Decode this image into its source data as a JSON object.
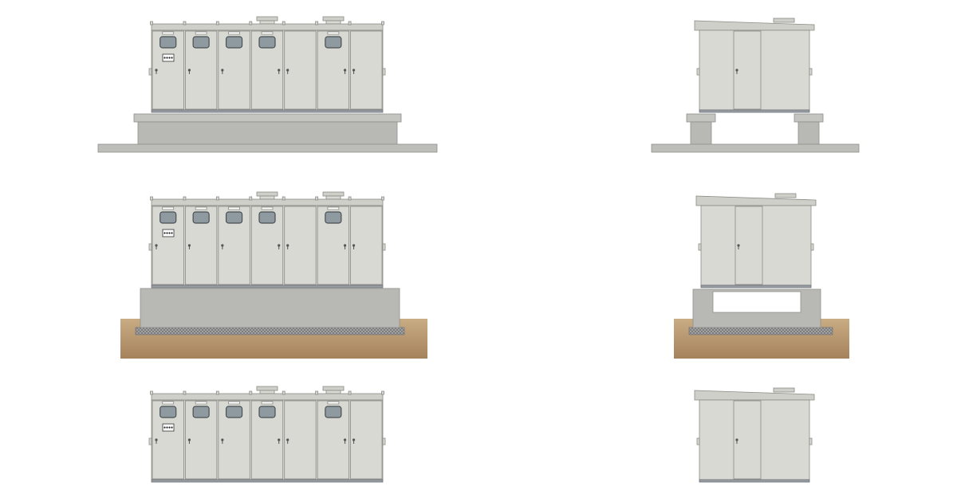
{
  "colors": {
    "cabinet_body": "#d9d9d3",
    "cabinet_outline": "#8a8a86",
    "cabinet_top": "#cfcfc9",
    "cabinet_base": "#9a9fa6",
    "window_fill": "#8e9aa0",
    "window_frame": "#4a4f52",
    "plinth": "#b8b8b4",
    "plinth_top": "#c4c4c0",
    "ground_slab": "#bdbdb9",
    "soil_top": "#c9ac84",
    "soil_bottom": "#a5825c",
    "gravel": "#8d8d8d",
    "background": "#ffffff"
  },
  "variants": [
    {
      "id": "on-beam-base"
    },
    {
      "id": "on-buried-foundation"
    },
    {
      "id": "unit-only"
    }
  ]
}
